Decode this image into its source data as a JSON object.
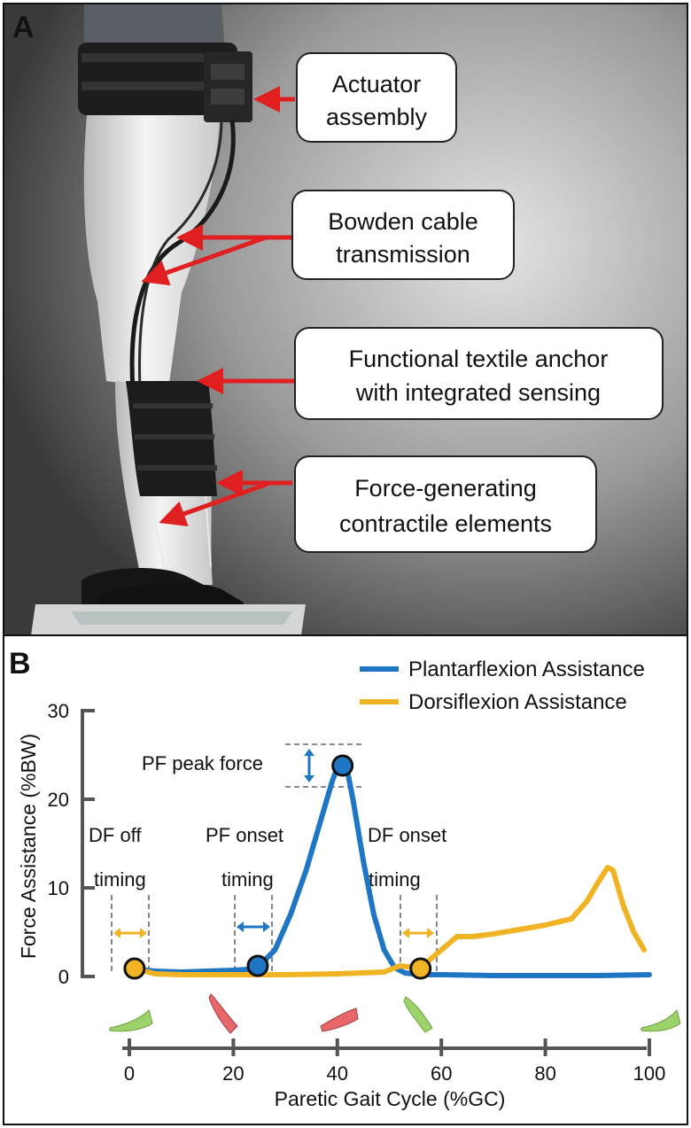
{
  "panel_a": {
    "letter": "A",
    "callouts": [
      {
        "line1": "Actuator",
        "line2": "assembly"
      },
      {
        "line1": "Bowden cable",
        "line2": "transmission"
      },
      {
        "line1": "Functional textile anchor",
        "line2": "with integrated sensing"
      },
      {
        "line1": "Force-generating",
        "line2": "contractile elements"
      }
    ]
  },
  "panel_b": {
    "letter": "B",
    "annotations": {
      "pf_peak": "PF peak force",
      "df_off_1": "DF off",
      "df_off_2": "timing",
      "pf_onset_1": "PF onset",
      "pf_onset_2": "timing",
      "df_onset_1": "DF onset",
      "df_onset_2": "timing"
    },
    "colors": {
      "plantarflexion": "#1f77c4",
      "dorsiflexion": "#f0b323",
      "marker_outline": "#111111",
      "arrow_red": "#e02020"
    }
  },
  "chart_data": {
    "type": "line",
    "xlabel": "Paretic Gait Cycle (%GC)",
    "ylabel": "Force Assistance (%BW)",
    "xlim": [
      0,
      100
    ],
    "ylim": [
      0,
      30
    ],
    "x_ticks": [
      "0",
      "20",
      "40",
      "60",
      "80",
      "100"
    ],
    "y_ticks": [
      "0",
      "10",
      "20",
      "30"
    ],
    "legend_position": "top-right",
    "series": [
      {
        "name": "Plantarflexion Assistance",
        "color": "#1f77c4",
        "points": [
          [
            0,
            0.9
          ],
          [
            5,
            0.6
          ],
          [
            10,
            0.5
          ],
          [
            15,
            0.6
          ],
          [
            20,
            0.7
          ],
          [
            23,
            0.8
          ],
          [
            25,
            1.2
          ],
          [
            28,
            3
          ],
          [
            31,
            7
          ],
          [
            34,
            12
          ],
          [
            37,
            18
          ],
          [
            39,
            22
          ],
          [
            40,
            23.6
          ],
          [
            41,
            23.8
          ],
          [
            42,
            23
          ],
          [
            43,
            20
          ],
          [
            45,
            13
          ],
          [
            47,
            7
          ],
          [
            49,
            3
          ],
          [
            51,
            1
          ],
          [
            53,
            0.4
          ],
          [
            56,
            0.2
          ],
          [
            60,
            0.2
          ],
          [
            70,
            0.1
          ],
          [
            80,
            0.1
          ],
          [
            90,
            0.1
          ],
          [
            100,
            0.2
          ]
        ]
      },
      {
        "name": "Dorsiflexion Assistance",
        "color": "#f0b323",
        "points": [
          [
            1,
            0.9
          ],
          [
            5,
            0.3
          ],
          [
            10,
            0.2
          ],
          [
            20,
            0.2
          ],
          [
            30,
            0.2
          ],
          [
            40,
            0.3
          ],
          [
            49,
            0.5
          ],
          [
            52,
            1.2
          ],
          [
            55,
            1.0
          ],
          [
            57,
            1.5
          ],
          [
            60,
            3
          ],
          [
            63,
            4.5
          ],
          [
            66,
            4.5
          ],
          [
            70,
            4.8
          ],
          [
            75,
            5.3
          ],
          [
            80,
            5.8
          ],
          [
            85,
            6.5
          ],
          [
            88,
            8.5
          ],
          [
            90,
            10.5
          ],
          [
            92,
            12.3
          ],
          [
            93,
            12
          ],
          [
            95,
            8
          ],
          [
            97,
            5
          ],
          [
            99,
            3
          ]
        ]
      }
    ],
    "markers": [
      {
        "series": "Dorsiflexion Assistance",
        "x": 1,
        "y": 0.9
      },
      {
        "series": "Plantarflexion Assistance",
        "x": 24.7,
        "y": 1.2
      },
      {
        "series": "Plantarflexion Assistance",
        "x": 41,
        "y": 23.8
      },
      {
        "series": "Dorsiflexion Assistance",
        "x": 56,
        "y": 0.9
      }
    ]
  }
}
